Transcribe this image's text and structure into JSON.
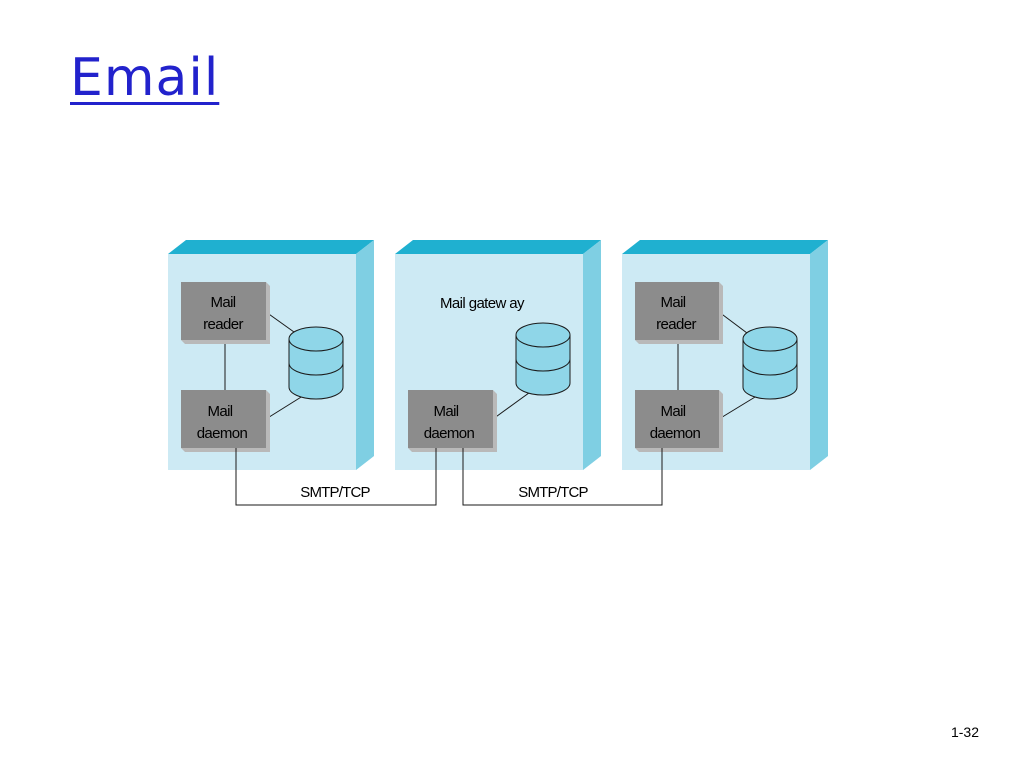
{
  "slide": {
    "title": "Email",
    "page_number": "1-32"
  },
  "diagram": {
    "hosts": [
      {
        "caption": "",
        "boxes": [
          {
            "line1": "Mail",
            "line2": "reader"
          },
          {
            "line1": "Mail",
            "line2": "daemon"
          }
        ]
      },
      {
        "caption": "Mail gatew ay",
        "boxes": [
          {
            "line1": "Mail",
            "line2": "daemon"
          }
        ]
      },
      {
        "caption": "",
        "boxes": [
          {
            "line1": "Mail",
            "line2": "reader"
          },
          {
            "line1": "Mail",
            "line2": "daemon"
          }
        ]
      }
    ],
    "connections": [
      {
        "label": "SMTP/TCP"
      },
      {
        "label": "SMTP/TCP"
      }
    ]
  },
  "colors": {
    "title": "#2222cc",
    "host_face": "#cdeaf4",
    "host_top": "#1fb0d0",
    "host_side": "#7fcfe3",
    "box_fill": "#8c8c8c",
    "box_edge": "#b9b9b9",
    "cylinder": "#8fd6e8"
  }
}
